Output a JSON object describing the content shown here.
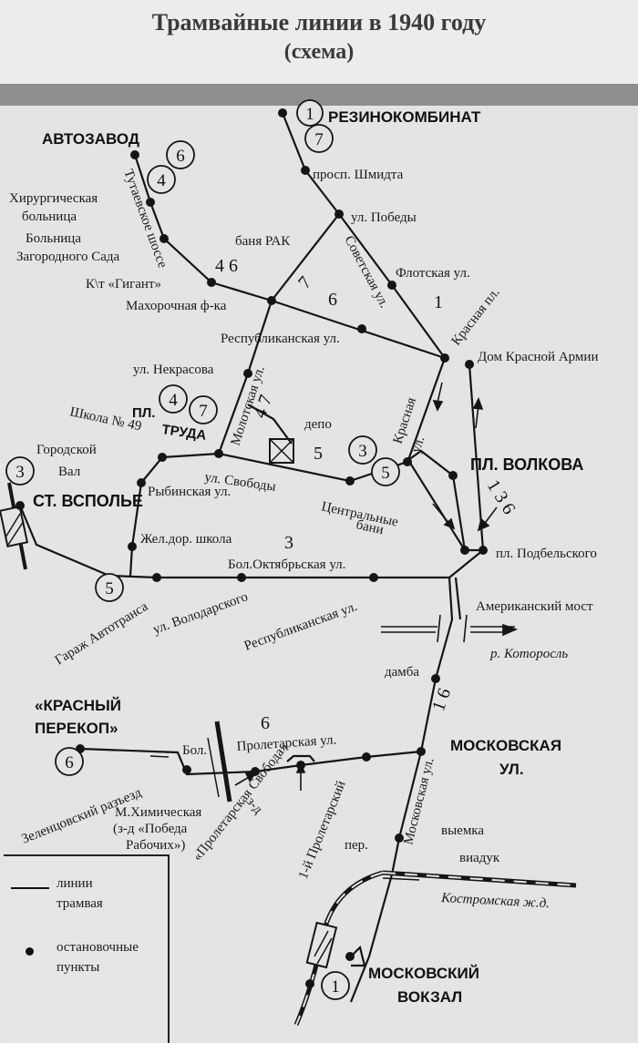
{
  "title": {
    "line1": "Трамвайные линии в 1940 году",
    "line2": "(схема)"
  },
  "stations": {
    "rezinokombinat": "РЕЗИНОКОМБИНАТ",
    "avtozavod": "АВТОЗАВОД",
    "pl_truda_line1": "ПЛ.",
    "pl_truda_line2": "ТРУДА",
    "st_vspolye": "СТ. ВСПОЛЬЕ",
    "pl_volkova": "ПЛ. ВОЛКОВА",
    "krasny_perekop_line1": "«КРАСНЫЙ",
    "krasny_perekop_line2": "ПЕРЕКОП»",
    "moskovskaya_line1": "МОСКОВСКАЯ",
    "moskovskaya_line2": "УЛ.",
    "moskovsky_vokzal_line1": "МОСКОВСКИЙ",
    "moskovsky_vokzal_line2": "ВОКЗАЛ"
  },
  "labels": {
    "prosp_shmidta": "просп. Шмидта",
    "ul_pobedy": "ул. Победы",
    "sovetskaya": "Советская ул.",
    "flotskaya": "Флотская ул.",
    "banya_rak": "баня РАК",
    "hirurg1": "Хирургическая",
    "hirurg2": "больница",
    "boln_zag1": "Больница",
    "boln_zag2": "Загородного Сада",
    "tutaevskoe": "Тутаевское шоссе",
    "kt_gigant": "К\\т «Гигант»",
    "mahorochnaya": "Махорочная ф-ка",
    "respublikanskaya_top": "Республиканская ул.",
    "krasnaya_pl": "Красная пл.",
    "dom_ka": "Дом Красной Армии",
    "ul_nekrasova": "ул. Некрасова",
    "molotskaya": "Молотская ул.",
    "depo": "депо",
    "shkola49": "Школа № 49",
    "gorodskoy1": "Городской",
    "gorodskoy2": "Вал",
    "ul_svobody": "ул. Свободы",
    "rybinskaya": "Рыбинская ул.",
    "tsentr1": "Центральные",
    "tsentr2": "бани",
    "krasnaya_ul1": "Красная",
    "krasnaya_ul2": "ул.",
    "zheldor": "Жел.дор. школа",
    "bol_okt": "Бол.Октябрьская ул.",
    "pl_podbelskogo": "пл. Подбельского",
    "garazh": "Гараж Автотранса",
    "volodarskogo": "ул. Володарского",
    "respublikanskaya_bottom": "Республиканская ул.",
    "amerikansky": "Американский мост",
    "kotorosl": "р. Которосль",
    "damba": "дамба",
    "proletarskaya": "Пролетарская ул.",
    "bol_short": "Бол.",
    "zelentsovsky": "Зеленцовский разъезд",
    "m_him1": "М.Химическая",
    "m_him2": "(з-д «Победа",
    "m_him3": "Рабочих»)",
    "zd": "з-д",
    "pr_svoboda": "«Пролетарская Свобода»",
    "proletarsky_per1": "1-й Пролетарский",
    "proletarsky_per2": "пер.",
    "moskovskaya_ul": "Московская ул.",
    "vyemka": "выемка",
    "viaduk": "виадук",
    "kostromskaya": "Костромская ж.д."
  },
  "route_labels": {
    "r46": "4 6",
    "r7": "7",
    "r6": "6",
    "r1": "1",
    "r47": "4 7",
    "r5": "5",
    "r136": "1 3 6",
    "r3": "3",
    "r6b": "6",
    "r16": "1 6"
  },
  "route_circles": {
    "c1_top": "1",
    "c7_top": "7",
    "c6_avto": "6",
    "c4_avto": "4",
    "c4_truda": "4",
    "c7_truda": "7",
    "c3_vspolye": "3",
    "c3_center": "3",
    "c5_center": "5",
    "c5_left": "5",
    "c6_perekop": "6",
    "c1_vokzal": "1"
  },
  "legend": {
    "line1": "линии",
    "line2": "трамвая",
    "dot1": "остановочные",
    "dot2": "пункты"
  }
}
